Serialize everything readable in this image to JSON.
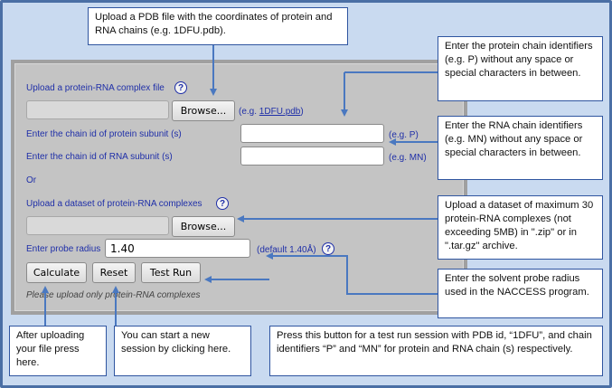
{
  "form": {
    "upload_complex_label": "Upload a protein-RNA complex file",
    "browse_label": "Browse...",
    "example_prefix": "(e.g. ",
    "example_link": "1DFU.pdb",
    "example_suffix": ")",
    "protein_chain_label": "Enter the chain id of protein subunit (s)",
    "protein_chain_hint": "(e.g. P)",
    "rna_chain_label": "Enter the chain id of RNA subunit (s)",
    "rna_chain_hint": "(e.g. MN)",
    "or_label": "Or",
    "upload_dataset_label": "Upload a dataset of protein-RNA complexes",
    "browse2_label": "Browse...",
    "probe_label": "Enter probe radius",
    "probe_value": "1.40",
    "probe_hint": "(default 1.40Å)",
    "calculate_label": "Calculate",
    "reset_label": "Reset",
    "testrun_label": "Test Run",
    "footer_note": "Please upload only protein-RNA complexes",
    "help_glyph": "?"
  },
  "callouts": {
    "pdb_upload": "Upload a PDB file with the coordinates of protein and RNA chains (e.g. 1DFU.pdb).",
    "protein_chain": "Enter the protein chain identifiers (e.g. P) without any space or special characters in between.",
    "rna_chain": "Enter the RNA chain identifiers (e.g. MN) without any space or special characters in between.",
    "dataset": "Upload a dataset  of maximum 30 protein-RNA complexes (not exceeding 5MB) in \".zip\" or in \".tar.gz\" archive.",
    "probe": "Enter the solvent probe radius used in the NACCESS program.",
    "after_upload": "After uploading your file press here.",
    "new_session": "You can start  a  new session by clicking here.",
    "test_run": "Press this button for a test run session with PDB id, “1DFU”, and chain identifiers “P” and “MN”  for protein and RNA chain (s) respectively."
  },
  "colors": {
    "frame_bg": "#c9daf0",
    "frame_border": "#4a6fa5",
    "panel_bg": "#c4c4c4",
    "label_blue": "#1f2fa8",
    "arrow_blue": "#4a78c0"
  }
}
